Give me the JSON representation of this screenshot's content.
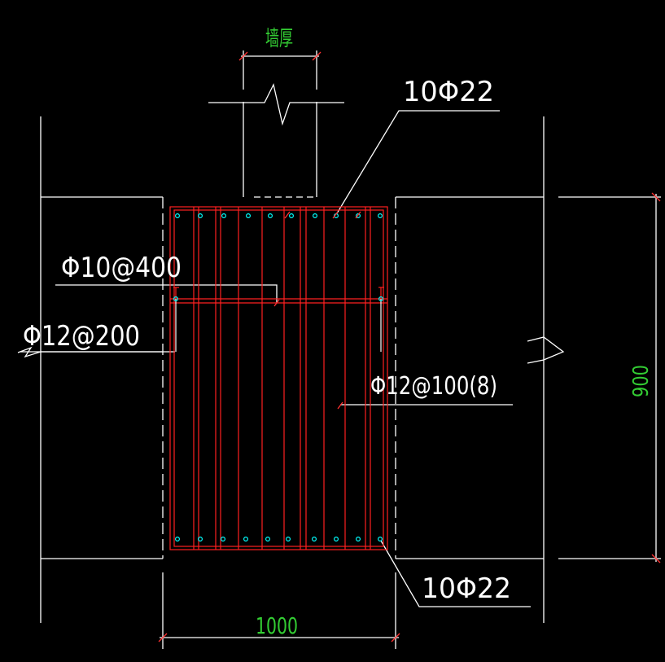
{
  "colors": {
    "background": "#000000",
    "outline": "#ffffff",
    "rebar": "#ff2020",
    "dot": "#00ffff",
    "dimension": "#33cc33",
    "tick": "#ff3030"
  },
  "labels": {
    "wall_thickness": "墙厚",
    "top_bars": "10Φ22",
    "tie_bars": "Φ10@400",
    "side_bars": "Φ12@200",
    "stirrups": "Φ12@100(8)",
    "bottom_bars": "10Φ22",
    "width_dim": "1000",
    "height_dim": "900"
  }
}
